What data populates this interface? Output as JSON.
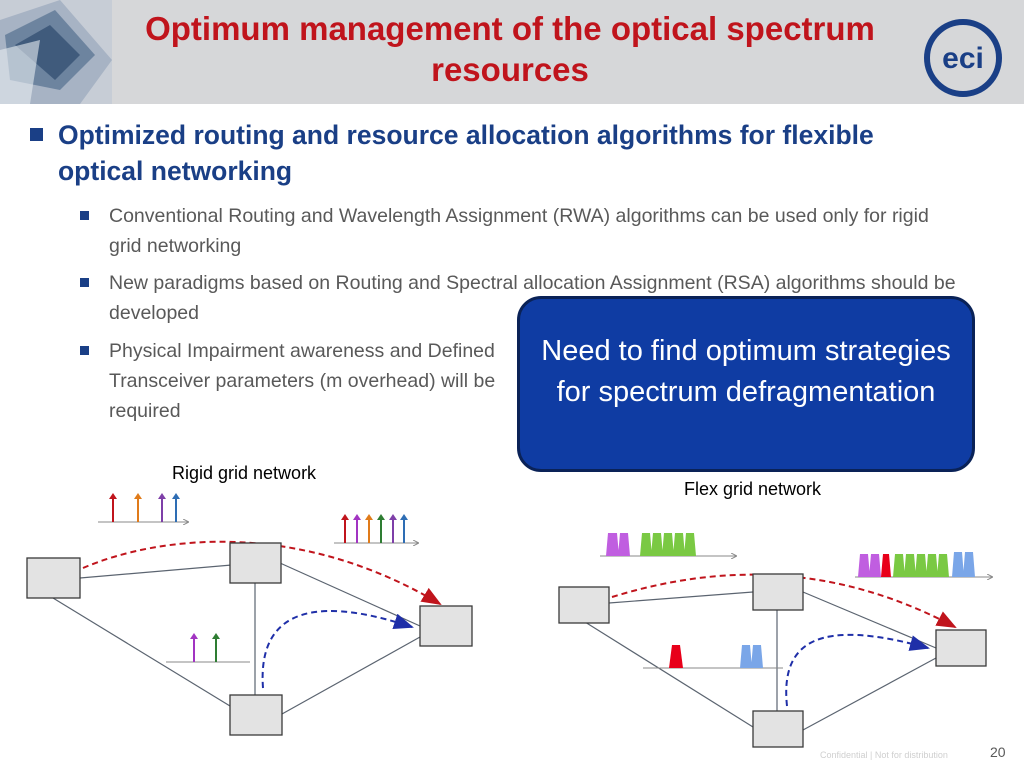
{
  "slide": {
    "title": "Optimum management of the optical spectrum resources",
    "page_number": "20",
    "footer_note": "Confidential | Not for distribution"
  },
  "logo": {
    "text": "eci",
    "color": "#1a3f86"
  },
  "bullets": {
    "main": "Optimized routing and resource allocation algorithms for flexible optical networking",
    "sub": [
      "Conventional Routing and Wavelength Assignment (RWA)  algorithms can be used only for rigid grid networking",
      " New paradigms based on Routing and  Spectral allocation Assignment (RSA) algorithms  should be developed",
      "Physical Impairment awareness and Defined  Transceiver  parameters (m overhead) will be required"
    ]
  },
  "callout": {
    "text": "Need to find optimum strategies for spectrum defragmentation"
  },
  "diagrams": {
    "rigid_caption": "Rigid grid network",
    "flex_caption": "Flex grid network"
  },
  "colors": {
    "title_red": "#c0141c",
    "heading_blue": "#1a3f86",
    "body_gray": "#595959",
    "callout_fill": "#0f3ca3",
    "dashed_red": "#c0141c",
    "dashed_blue": "#1f2fa8"
  }
}
